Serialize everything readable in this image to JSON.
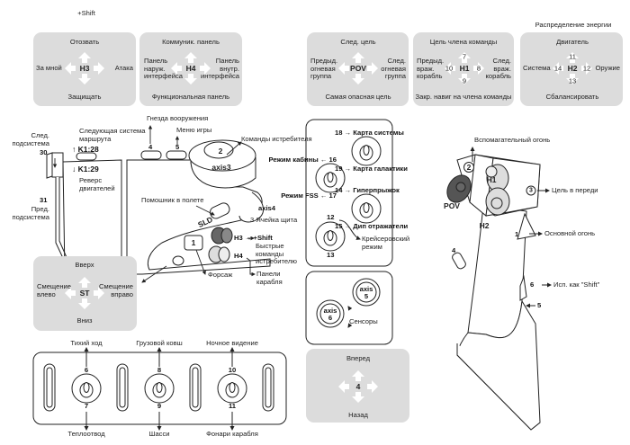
{
  "shift_note": "+Shift",
  "energy_note": "Распределение энергии",
  "h3_pad": {
    "center": "H3",
    "up": "Отозвать",
    "down": "Защищать",
    "left": "За мной",
    "right": "Атака"
  },
  "h4_pad": {
    "center": "H4",
    "up": "Коммуник. панель",
    "down": "Функциональная панель",
    "left": "Панель\nнаруж.\nинтерфейса",
    "right": "Панель\nвнутр.\nинтерфейса"
  },
  "pov_pad": {
    "center": "POV",
    "up": "След. цель",
    "down": "Самая опасная цель",
    "left": "Предыд.\nогневая\nгруппа",
    "right": "След.\nогневая\nгруппа"
  },
  "h1_pad": {
    "center": "H1",
    "title": "Цель члена команды",
    "bottom": "Закр. навиг на члена команды",
    "left": "Предыд.\nвраж.\nкорабль",
    "right": "След.\nвраж.\nкорабль",
    "n_up": "7",
    "n_down": "9",
    "n_left": "10",
    "n_right": "8"
  },
  "h2_pad": {
    "center": "H2",
    "up": "Двигатель",
    "down": "Сбалансировать",
    "left": "Система",
    "right": "Оружие",
    "n_up": "11",
    "n_down": "13",
    "n_left": "14",
    "n_right": "12"
  },
  "st_pad": {
    "center": "ST",
    "up": "Вверх",
    "down": "Вниз",
    "left": "Смещение\nвлево",
    "right": "Смещение\nвправо"
  },
  "fwd_pad": {
    "center": "4",
    "up": "Вперед",
    "down": "Назад"
  },
  "throttle": {
    "next_subsystem": "След.\nподсистема",
    "n30": "30",
    "prev_subsystem": "Пред.\nподсистема",
    "n31": "31",
    "next_route": "Следующая система\nмаршрута",
    "k128": "↑ K1:28",
    "k129": "↓ K1:29",
    "reverse": "Реверс\nдвигателей",
    "weapon_hardpoints": "Гнезда вооружения",
    "n4": "4",
    "game_menu": "Меню игры",
    "n5": "5",
    "fighter_commands": "Команды истребителя",
    "n2": "2",
    "axis3": "axis3",
    "flight_assist": "Помошник в полете",
    "sld": "SLD",
    "axis4": "axis4",
    "shield_cell": "3  Ячейка щита",
    "h3_shift": "H3 → +Shift",
    "fighter_quick": "Быстрые\nкоманды\nистребителю",
    "n1": "1",
    "h4": "H4",
    "boost": "Форсаж",
    "ship_panels": "Панели\nкарабля"
  },
  "base_panel": {
    "t16": "Режим кабины ← 16",
    "t17": "Режим FSS ← 17",
    "t18": "18 → Карта системы",
    "t19": "19 → Карта галактики",
    "t14": "14 → Гиперпрыжок",
    "t15": "15 → Дип отражатели",
    "n12": "12",
    "n13": "13",
    "cruise": "Крейсеровский\nрежим"
  },
  "sensors": {
    "axis5": "axis\n5",
    "axis6": "axis\n6",
    "label": "Сенсоры"
  },
  "bottom_toggles": [
    {
      "up_num": "6",
      "down_num": "7",
      "up_label": "Тихий ход",
      "down_label": "Теплоотвод"
    },
    {
      "up_num": "8",
      "down_num": "9",
      "up_label": "Грузовой ковш",
      "down_label": "Шасси"
    },
    {
      "up_num": "10",
      "down_num": "11",
      "up_label": "Ночное видение",
      "down_label": "Фонари карабля"
    }
  ],
  "stick": {
    "secondary_fire": "Вспомагательный огонь",
    "n2": "2",
    "h1": "H1",
    "pov": "POV",
    "h2": "H2",
    "n3": "3",
    "target_ahead": "Цель в переди",
    "n1": "1",
    "primary_fire": "Основной огонь",
    "n4": "4",
    "n6": "6",
    "use_as_shift": "Исп. как \"Shift\"",
    "n5": "5"
  },
  "colors": {
    "pad_bg": "#dcdcdc",
    "pov_hat": "#555555",
    "h_hat": "#dddddd",
    "line": "#222222"
  }
}
